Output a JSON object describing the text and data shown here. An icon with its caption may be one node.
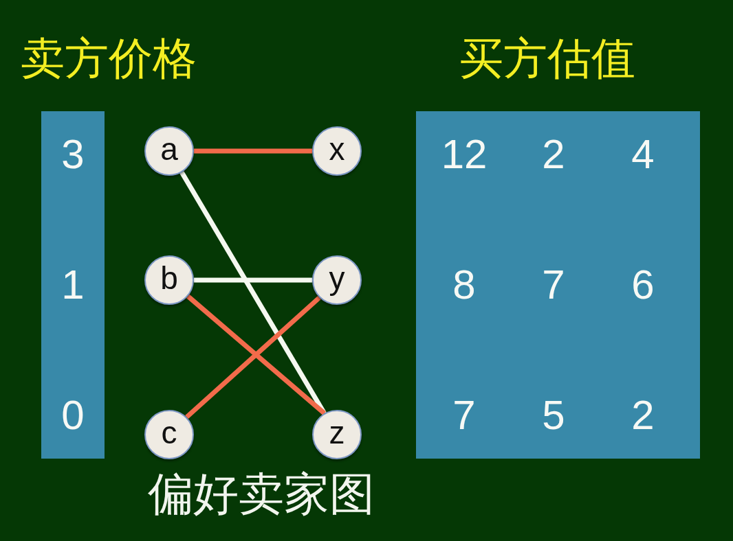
{
  "diagram": {
    "caption": "偏好卖家图",
    "nodes": [
      {
        "text": [
          "3",
          "1",
          "0"
        ]
      },
      {
        "text": [
          "a"
        ]
      },
      {
        "text": [
          "x"
        ]
      },
      {
        "text": [
          "b"
        ]
      },
      {
        "text": [
          "y"
        ]
      },
      {
        "text": [
          "c"
        ]
      },
      {
        "text": [
          "z"
        ]
      },
      {
        "text": [
          "12",
          "2",
          "4",
          "8",
          "7",
          "6",
          "7",
          "5",
          "2"
        ]
      }
    ],
    "edges": [
      {
        "from": 1,
        "to": 2,
        "arrow": "none"
      },
      {
        "from": 1,
        "to": 6,
        "arrow": "none",
        "color": "#f5f8f0"
      },
      {
        "from": 3,
        "to": 4,
        "arrow": "none",
        "color": "#f5f8f0"
      },
      {
        "from": 3,
        "to": 6,
        "arrow": "none"
      },
      {
        "from": 5,
        "to": 4,
        "arrow": "none"
      }
    ],
    "labels": [
      "卖方价格",
      "买方估值"
    ]
  }
}
